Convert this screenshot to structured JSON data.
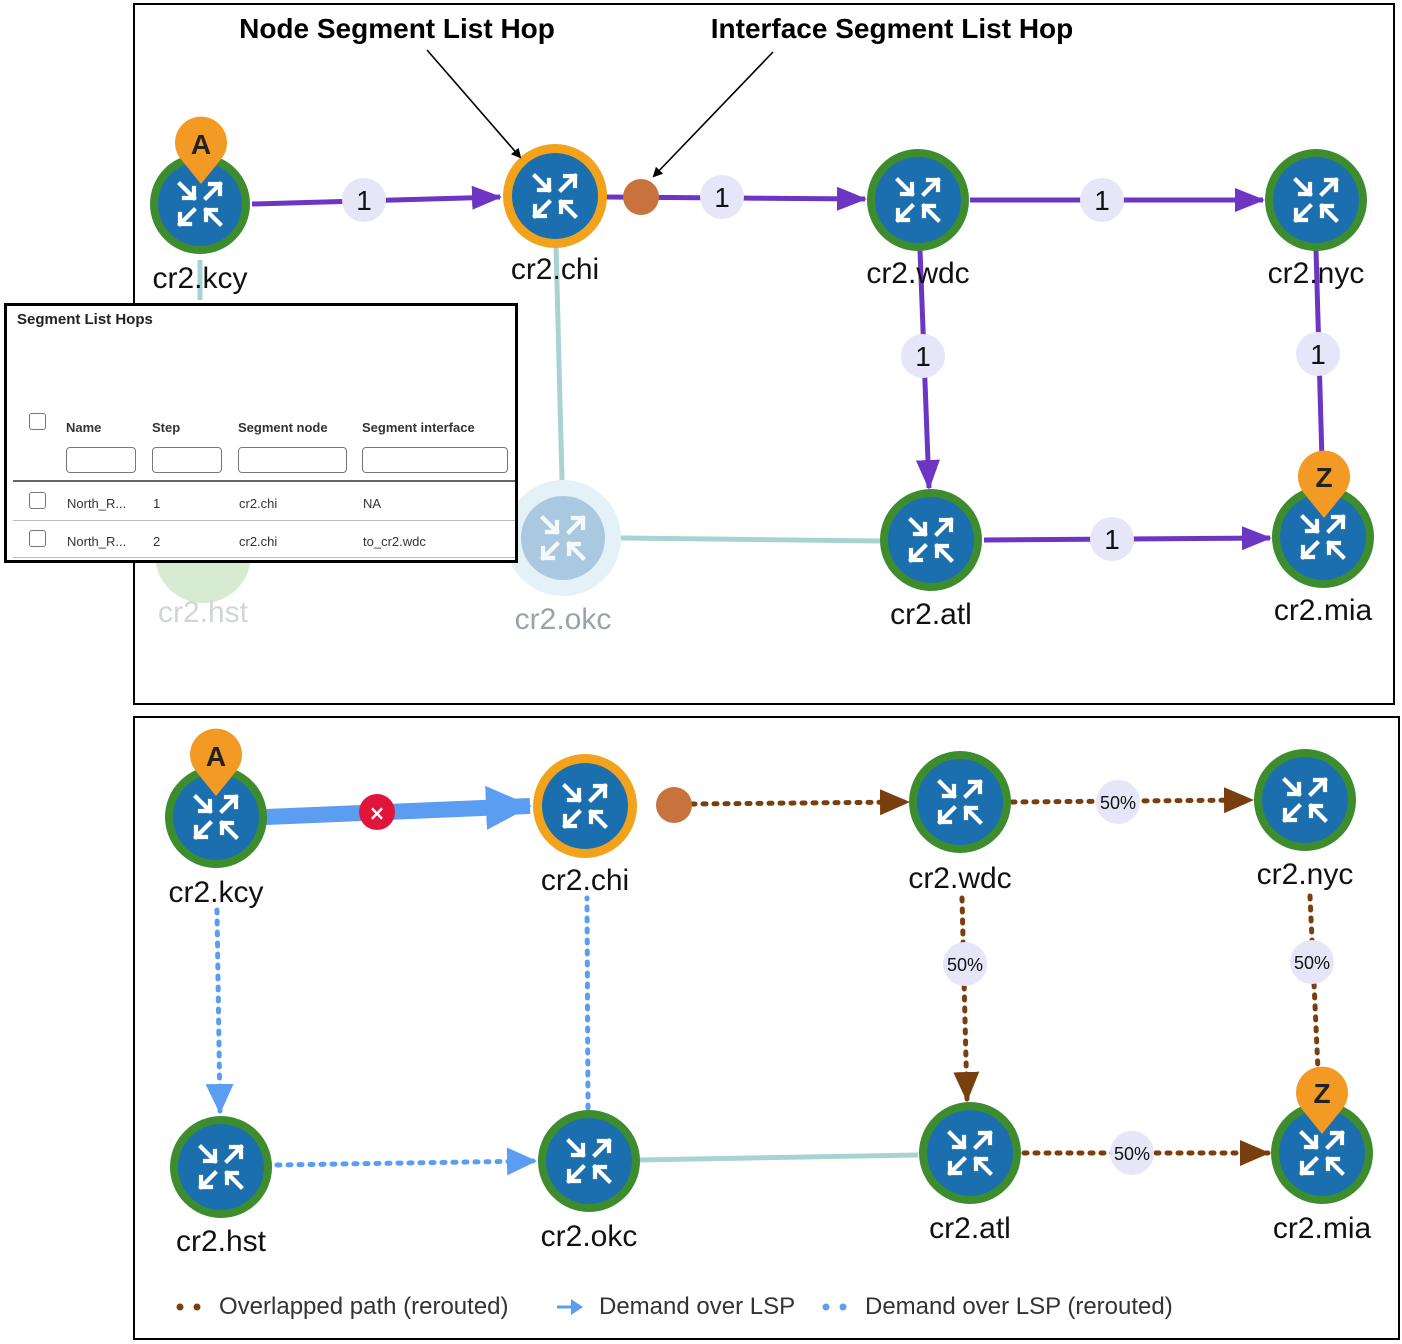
{
  "annotations": {
    "node_hop": "Node Segment List Hop",
    "interface_hop": "Interface Segment List Hop"
  },
  "top_diagram": {
    "nodes": {
      "kcy": "cr2.kcy",
      "chi": "cr2.chi",
      "wdc": "cr2.wdc",
      "nyc": "cr2.nyc",
      "hst": "cr2.hst",
      "okc": "cr2.okc",
      "atl": "cr2.atl",
      "mia": "cr2.mia"
    },
    "link_labels": {
      "kcy_chi": "1",
      "chi_wdc": "1",
      "wdc_nyc": "1",
      "wdc_atl": "1",
      "nyc_mia": "1",
      "atl_mia": "1"
    },
    "pins": {
      "source": "A",
      "destination": "Z"
    }
  },
  "segment_table": {
    "title": "Segment List Hops",
    "columns": [
      "Name",
      "Step",
      "Segment node",
      "Segment interface"
    ],
    "rows": [
      {
        "name": "North_R...",
        "step": "1",
        "segment_node": "cr2.chi",
        "segment_interface": "NA"
      },
      {
        "name": "North_R...",
        "step": "2",
        "segment_node": "cr2.chi",
        "segment_interface": "to_cr2.wdc"
      }
    ]
  },
  "bottom_diagram": {
    "nodes": {
      "kcy": "cr2.kcy",
      "chi": "cr2.chi",
      "wdc": "cr2.wdc",
      "nyc": "cr2.nyc",
      "hst": "cr2.hst",
      "okc": "cr2.okc",
      "atl": "cr2.atl",
      "mia": "cr2.mia"
    },
    "link_labels": {
      "wdc_nyc": "50%",
      "wdc_atl": "50%",
      "nyc_mia": "50%",
      "atl_mia": "50%"
    },
    "failed_link_marker": "×",
    "pins": {
      "source": "A",
      "destination": "Z"
    }
  },
  "legend": {
    "overlapped": "Overlapped path (rerouted)",
    "demand_lsp": "Demand over LSP",
    "demand_lsp_rerouted": "Demand over LSP (rerouted)"
  },
  "colors": {
    "router_fill": "#1b6fae",
    "router_ring_green": "#3d8c2e",
    "router_ring_orange": "#f3a21b",
    "lsp_path": "#6c35c4",
    "link_idle": "#a9d3d3",
    "overlap_path": "#7a3f0f",
    "demand_blue": "#5b9df0",
    "pin_orange": "#f39a25",
    "badge_bg": "#e6e6f8",
    "interface_dot": "#c8723e",
    "fail_red": "#e3143a"
  }
}
